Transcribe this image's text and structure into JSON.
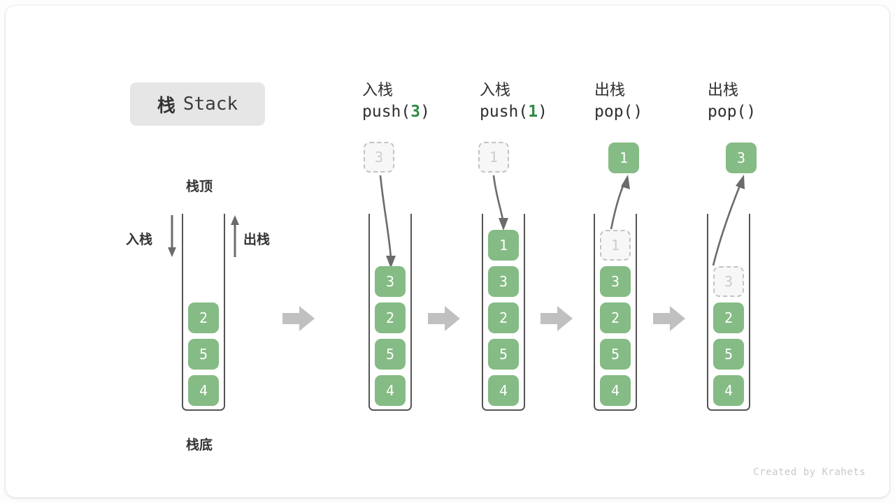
{
  "figure": {
    "title_cn": "栈",
    "title_en": "Stack",
    "footer": "Created by Krahets",
    "colors": {
      "element": "#85bb84",
      "element_text": "#ffffff",
      "ghost_fill": "#f7f7f7",
      "ghost_border": "#c3c3c3",
      "ghost_text": "#cccccc",
      "frame": "#555555",
      "arrow": "#6b6b6b",
      "block_arrow": "#c0c0c0",
      "accent_green": "#2e8b45",
      "chip_bg": "#e6e6e6",
      "text": "#333333",
      "footer_text": "#c9c9c9"
    }
  },
  "base_stack": {
    "top_label": "栈顶",
    "bottom_label": "栈底",
    "push_label": "入栈",
    "pop_label": "出栈",
    "elements": [
      "2",
      "5",
      "4"
    ]
  },
  "steps": [
    {
      "id": "push-3",
      "op_cn": "入栈",
      "op_code_prefix": "push(",
      "op_code_arg": "3",
      "op_code_suffix": ")",
      "floating": {
        "value": "3",
        "style": "ghost",
        "position": "above"
      },
      "arrow_direction": "down",
      "elements": [
        "3",
        "2",
        "5",
        "4"
      ],
      "ghost_index": -1
    },
    {
      "id": "push-1",
      "op_cn": "入栈",
      "op_code_prefix": "push(",
      "op_code_arg": "1",
      "op_code_suffix": ")",
      "floating": {
        "value": "1",
        "style": "ghost",
        "position": "above"
      },
      "arrow_direction": "down",
      "elements": [
        "1",
        "3",
        "2",
        "5",
        "4"
      ],
      "ghost_index": -1
    },
    {
      "id": "pop-1",
      "op_cn": "出栈",
      "op_code_prefix": "pop(",
      "op_code_arg": "",
      "op_code_suffix": ")",
      "floating": {
        "value": "1",
        "style": "solid",
        "position": "above"
      },
      "arrow_direction": "up",
      "elements": [
        "1",
        "3",
        "2",
        "5",
        "4"
      ],
      "ghost_index": 0
    },
    {
      "id": "pop-3",
      "op_cn": "出栈",
      "op_code_prefix": "pop(",
      "op_code_arg": "",
      "op_code_suffix": ")",
      "floating": {
        "value": "3",
        "style": "solid",
        "position": "above"
      },
      "arrow_direction": "up",
      "elements": [
        "3",
        "2",
        "5",
        "4"
      ],
      "ghost_index": 0
    }
  ],
  "separators": [
    "arrow-right",
    "arrow-right",
    "arrow-right",
    "arrow-right"
  ]
}
